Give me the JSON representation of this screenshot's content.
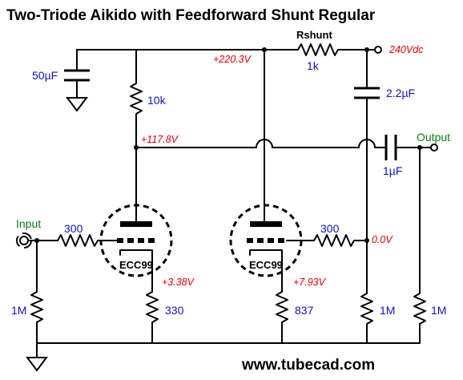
{
  "title": "Two-Triode Aikido with Feedforward Shunt Regular",
  "website": "www.tubecad.com",
  "labels": {
    "input": "Input",
    "output": "Output",
    "rshunt": "Rshunt",
    "rshunt_value": "1k",
    "supply": "240Vdc",
    "cap_supply": "50µF",
    "cap_feedforward": "2.2µF",
    "cap_output": "1µF",
    "r_top_plate": "10k",
    "r_grid_left": "300",
    "r_grid_right": "300",
    "r_input": "1M",
    "r_cathode_left": "330",
    "r_cathode_right": "837",
    "r_bias": "1M",
    "r_output": "1M",
    "tube_left": "ECC99",
    "tube_right": "ECC99"
  },
  "voltages": {
    "node_supply_internal": "+220.3V",
    "node_plate_top": "+117.8V",
    "cathode_left": "+3.38V",
    "cathode_right": "+7.93V",
    "grid_right": "0.0V"
  },
  "colors": {
    "component_values": "#1010c8",
    "voltages": "#e00000",
    "io_labels": "#0a7a1a",
    "wires": "#000000"
  }
}
